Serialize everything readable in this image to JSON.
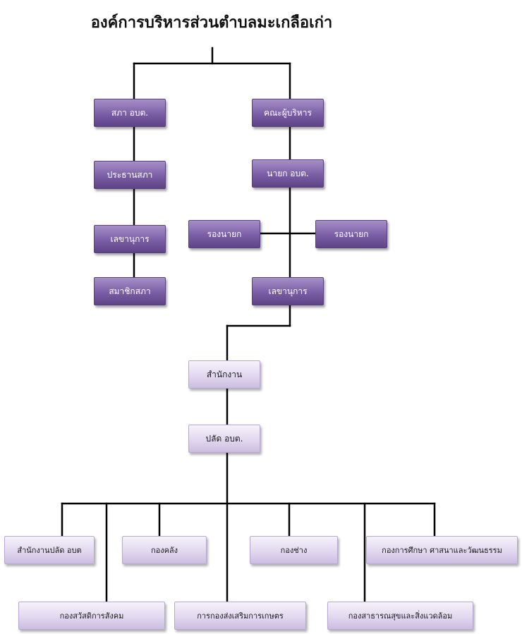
{
  "title": "องค์การบริหารส่วนตำบลมะเกลือเก่า",
  "council": {
    "council_box": "สภา อบต.",
    "chairman": "ประธานสภา",
    "secretary": "เลขานุการ",
    "members": "สมาชิกสภา"
  },
  "executive": {
    "board": "คณะผู้บริหาร",
    "mayor": "นายก อบต.",
    "deputy_left": "รองนายก",
    "deputy_right": "รองนายก",
    "secretary": "เลขานุการ"
  },
  "administration": {
    "office": "สำนักงาน",
    "permanent_secretary": "ปลัด อบต."
  },
  "divisions": {
    "office_of_secretary": "สำนักงานปลัด อบต",
    "finance": "กองคลัง",
    "engineering": "กองช่าง",
    "education": "กองการศึกษา ศาสนาและวัฒนธรรม",
    "social_welfare": "กองสวัสดิการสังคม",
    "agriculture": "การกองส่งเสริมการเกษตร",
    "public_health": "กองสาธารณสุขและสิ่งแวดล้อม"
  }
}
